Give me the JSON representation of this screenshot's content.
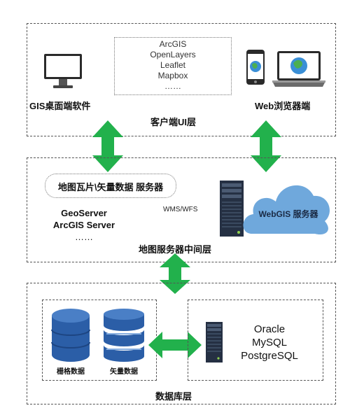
{
  "client_layer": {
    "title": "客户端UI层",
    "libraries": [
      "ArcGIS",
      "OpenLayers",
      "Leaflet",
      "Mapbox",
      "……"
    ],
    "desktop_label": "GIS桌面端软件",
    "web_label": "Web浏览器端"
  },
  "middle_layer": {
    "title": "地图服务器中间层",
    "tile_label": "地图瓦片\\矢量数据 服务器",
    "servers": [
      "GeoServer",
      "ArcGIS Server",
      "……"
    ],
    "protocols": "WMS/WFS",
    "cloud_label": "WebGIS 服务器"
  },
  "db_layer": {
    "title": "数据库层",
    "raster_label": "栅格数据",
    "vector_label": "矢量数据",
    "databases": [
      "Oracle",
      "MySQL",
      "PostgreSQL"
    ]
  },
  "colors": {
    "arrow_green": "#22b14c",
    "cylinder_blue": "#2b5ea7",
    "cloud_blue": "#6fa8dc",
    "server_dark": "#253043"
  }
}
